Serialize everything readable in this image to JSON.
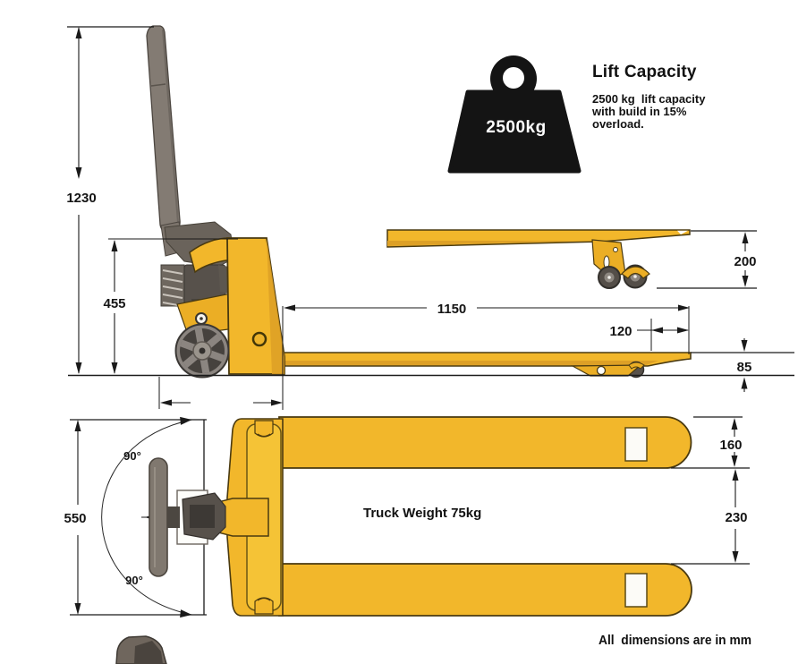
{
  "diagram": {
    "subject": "hand pallet truck specification drawing",
    "views": [
      "side view",
      "raised fork side view",
      "lowered fork side view",
      "top view"
    ]
  },
  "lift_capacity": {
    "heading": "Lift Capacity",
    "weight_badge": "2500kg",
    "desc_line1": "2500 kg  lift capacity",
    "desc_line2": "with build in 15%",
    "desc_line3": "overload."
  },
  "notes": {
    "truck_weight": "Truck Weight 75kg",
    "units_note": "All  dimensions are in mm"
  },
  "dimensions": {
    "handle_height": "1230",
    "chassis_height": "455",
    "fork_raised_height": "200",
    "fork_length": "1150",
    "roller_to_tip": "120",
    "fork_lowered_height": "85",
    "overall_width": "550",
    "handle_swing_upper": "90°",
    "handle_swing_lower": "90°",
    "fork_width": "160",
    "fork_spacing": "230"
  },
  "colors": {
    "body_yellow": "#F2B72B",
    "shade_yellow": "#DDA026",
    "steel_gray": "#837B73",
    "mechanism_gray": "#57514B",
    "line_black": "#1A1A1A",
    "weight_black": "#141414"
  }
}
